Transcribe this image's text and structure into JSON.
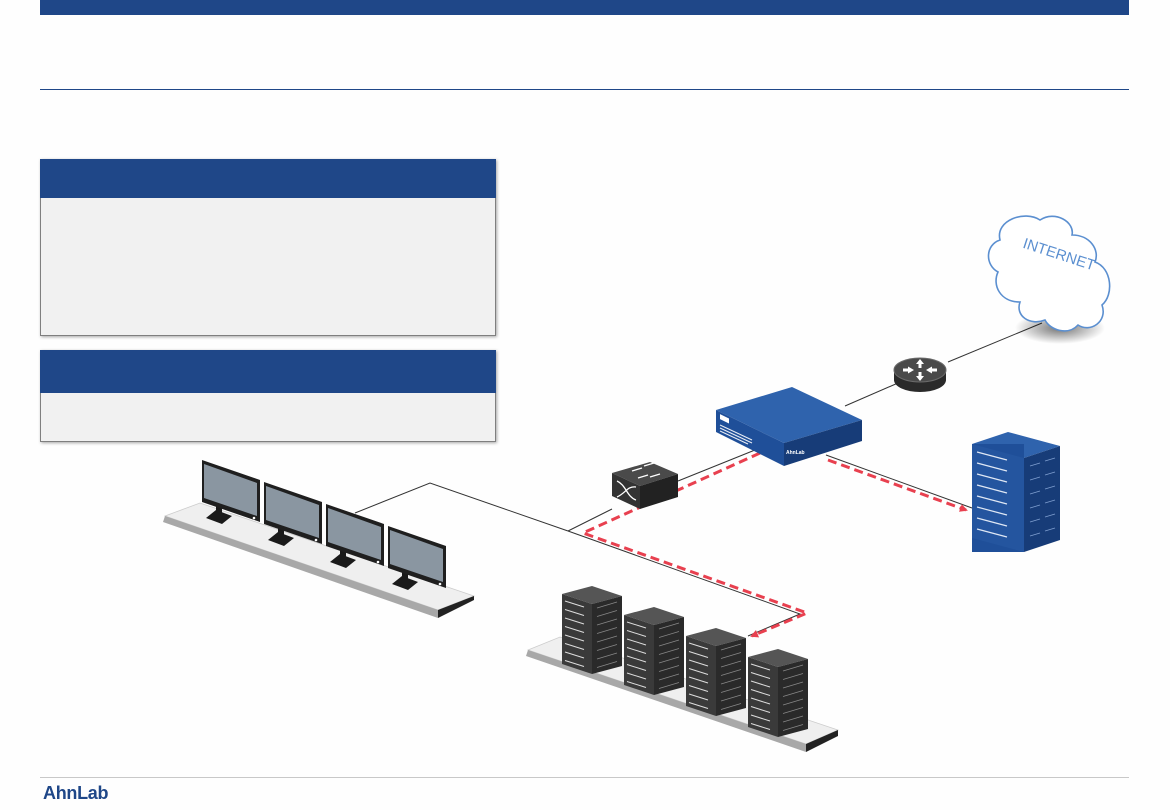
{
  "page": {
    "title": "",
    "brand": "AhnLab"
  },
  "panels": [
    {
      "id": "panel-1",
      "header": "",
      "body": ""
    },
    {
      "id": "panel-2",
      "header": "",
      "body": ""
    }
  ],
  "diagram": {
    "nodes": [
      {
        "id": "internet",
        "type": "cloud",
        "label": "INTERNET"
      },
      {
        "id": "router",
        "type": "router",
        "label": ""
      },
      {
        "id": "security-appliance",
        "type": "appliance",
        "label": "AhnLab"
      },
      {
        "id": "switch",
        "type": "switch",
        "label": ""
      },
      {
        "id": "rack-server",
        "type": "server-rack",
        "label": ""
      },
      {
        "id": "client-pcs",
        "type": "monitor-group",
        "count": 4,
        "label": ""
      },
      {
        "id": "server-farm",
        "type": "server-group",
        "count": 4,
        "label": ""
      }
    ],
    "links": [
      {
        "from": "internet",
        "to": "router",
        "style": "solid"
      },
      {
        "from": "router",
        "to": "security-appliance",
        "style": "solid"
      },
      {
        "from": "security-appliance",
        "to": "rack-server",
        "style": "solid"
      },
      {
        "from": "security-appliance",
        "to": "switch",
        "style": "solid"
      },
      {
        "from": "switch",
        "to": "client-pcs",
        "style": "solid"
      },
      {
        "from": "switch",
        "to": "server-farm",
        "style": "solid"
      }
    ],
    "flows": [
      {
        "from": "security-appliance",
        "to": "rack-server",
        "style": "dashed-arrow"
      },
      {
        "from": "security-appliance",
        "to": "server-farm",
        "via": "switch",
        "style": "dashed-arrow"
      }
    ],
    "colors": {
      "brand": "#1f4788",
      "flow": "#e8404f",
      "line": "#333333",
      "cloud_stroke": "#5b8fd0",
      "device_dark": "#3a3a3a",
      "device_blue": "#1f4f99"
    }
  }
}
